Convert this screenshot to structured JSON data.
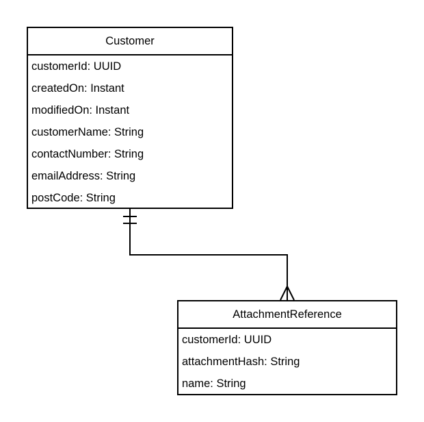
{
  "entities": {
    "customer": {
      "title": "Customer",
      "fields": [
        "customerId: UUID",
        "createdOn: Instant",
        "modifiedOn: Instant",
        "customerName: String",
        "contactNumber: String",
        "emailAddress: String",
        "postCode: String"
      ]
    },
    "attachment_reference": {
      "title": "AttachmentReference",
      "fields": [
        "customerId: UUID",
        "attachmentHash: String",
        "name: String"
      ]
    }
  },
  "relationship": {
    "from_cardinality": "exactly-one",
    "to_cardinality": "many"
  },
  "colors": {
    "line": "#000000",
    "background": "#ffffff"
  }
}
